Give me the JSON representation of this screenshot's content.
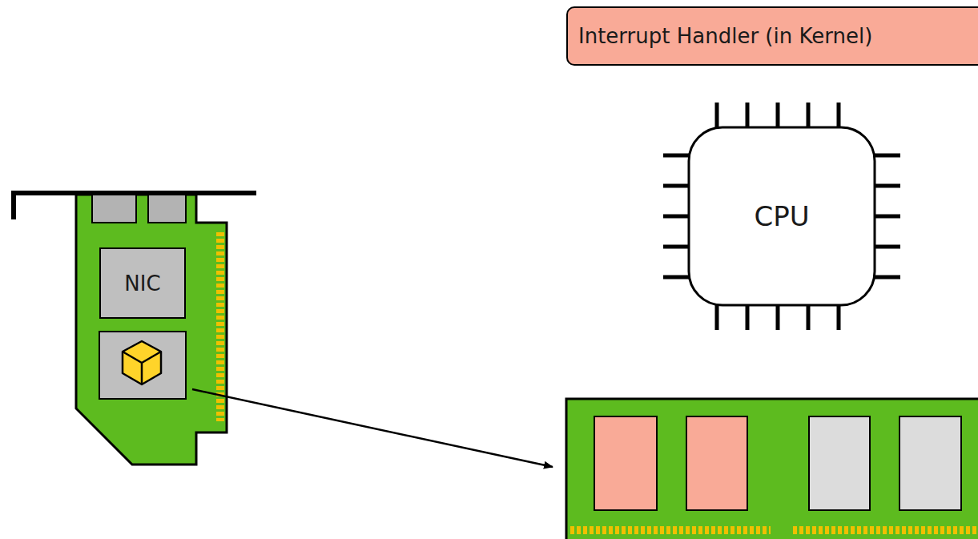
{
  "diagram": {
    "nodes": [
      {
        "text": [
          "Interrupt Handler (in Kernel)"
        ]
      },
      {
        "text": [
          "CPU"
        ]
      },
      {
        "text": [
          "NIC"
        ]
      }
    ]
  }
}
